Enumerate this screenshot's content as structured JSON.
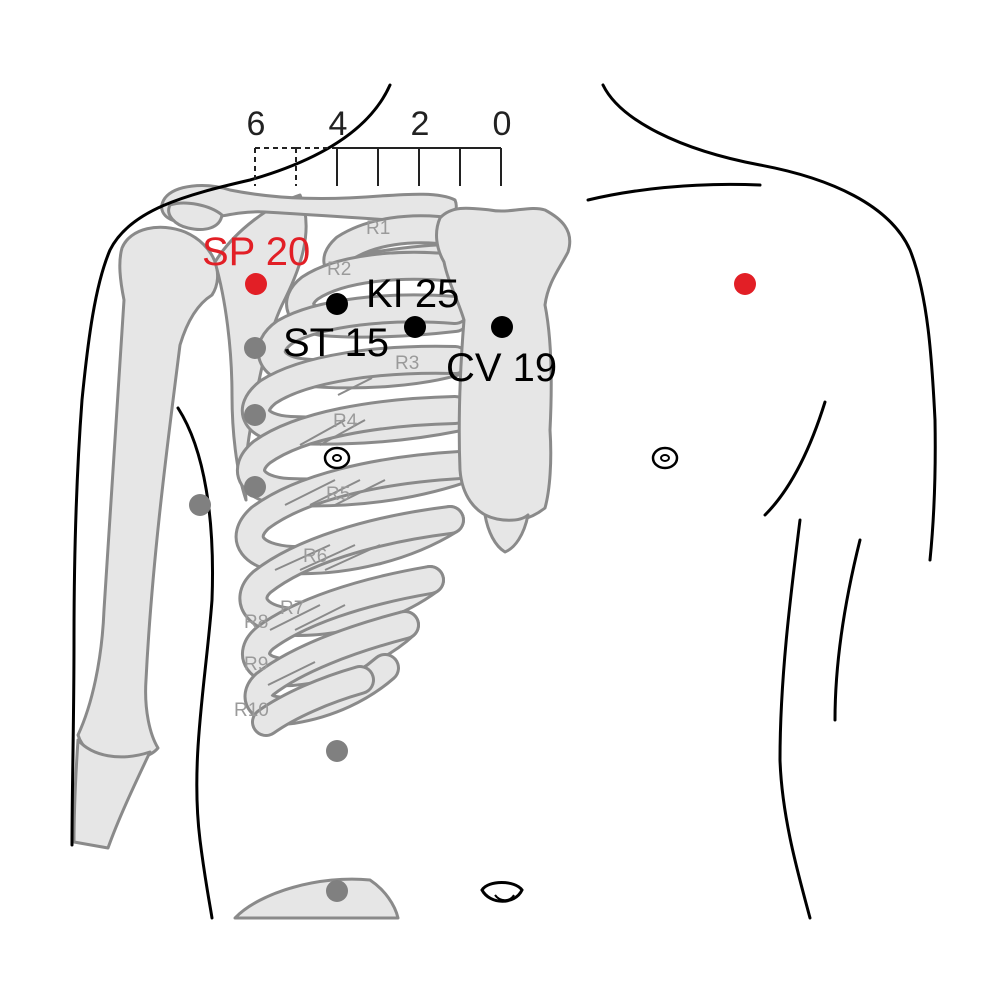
{
  "colors": {
    "highlight": "#e21f26",
    "point": "#000000",
    "related_point": "#808080",
    "bone_fill": "#e6e6e6",
    "bone_stroke": "#8a8a8a"
  },
  "scale": {
    "labels": [
      "6",
      "4",
      "2",
      "0"
    ]
  },
  "ribs": [
    "R1",
    "R2",
    "R3",
    "R4",
    "R5",
    "R6",
    "R7",
    "R8",
    "R9",
    "R10"
  ],
  "points": {
    "highlight": "SP 20",
    "kidney": "KI 25",
    "stomach": "ST 15",
    "conception": "CV 19"
  }
}
